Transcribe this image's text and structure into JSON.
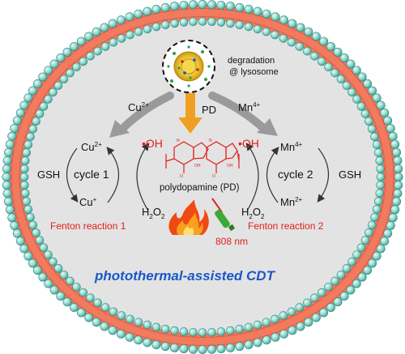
{
  "labels": {
    "degradation_line1": "degradation",
    "degradation_line2": "@ lysosome",
    "cu2_left": "Cu",
    "cu2_left_sup": "2+",
    "pd_arrow": "PD",
    "mn4_right": "Mn",
    "mn4_right_sup": "4+",
    "c1_cu2": "Cu",
    "c1_cu2_sup": "2+",
    "c1_title": "cycle 1",
    "c1_cu1": "Cu",
    "c1_cu1_sup": "+",
    "gsh_left": "GSH",
    "oh_left": "OH",
    "h2o2_left": "H",
    "h2o2_left_sub": "2",
    "h2o2_left_mid": "O",
    "h2o2_left_sub2": "2",
    "fenton1": "Fenton reaction 1",
    "polydopamine": "polydopamine (PD)",
    "c2_mn4": "Mn",
    "c2_mn4_sup": "4+",
    "c2_title": "cycle 2",
    "c2_mn2": "Mn",
    "c2_mn2_sup": "2+",
    "gsh_right": "GSH",
    "oh_right": "OH",
    "h2o2_right": "H",
    "h2o2_right_sub": "2",
    "h2o2_right_mid": "O",
    "h2o2_right_sub2": "2",
    "fenton2": "Fenton reaction 2",
    "nm808": "808 nm",
    "banner": "photothermal-assisted CDT"
  },
  "colors": {
    "membrane_ball": "#7fd4c8",
    "membrane_band": "#f27a5e",
    "cell_fill": "#e3e3e3",
    "arrow_gray": "#9a9a9a",
    "arrow_orange": "#f0a020",
    "red_text": "#e0201a",
    "banner_blue": "#1a58c8"
  }
}
